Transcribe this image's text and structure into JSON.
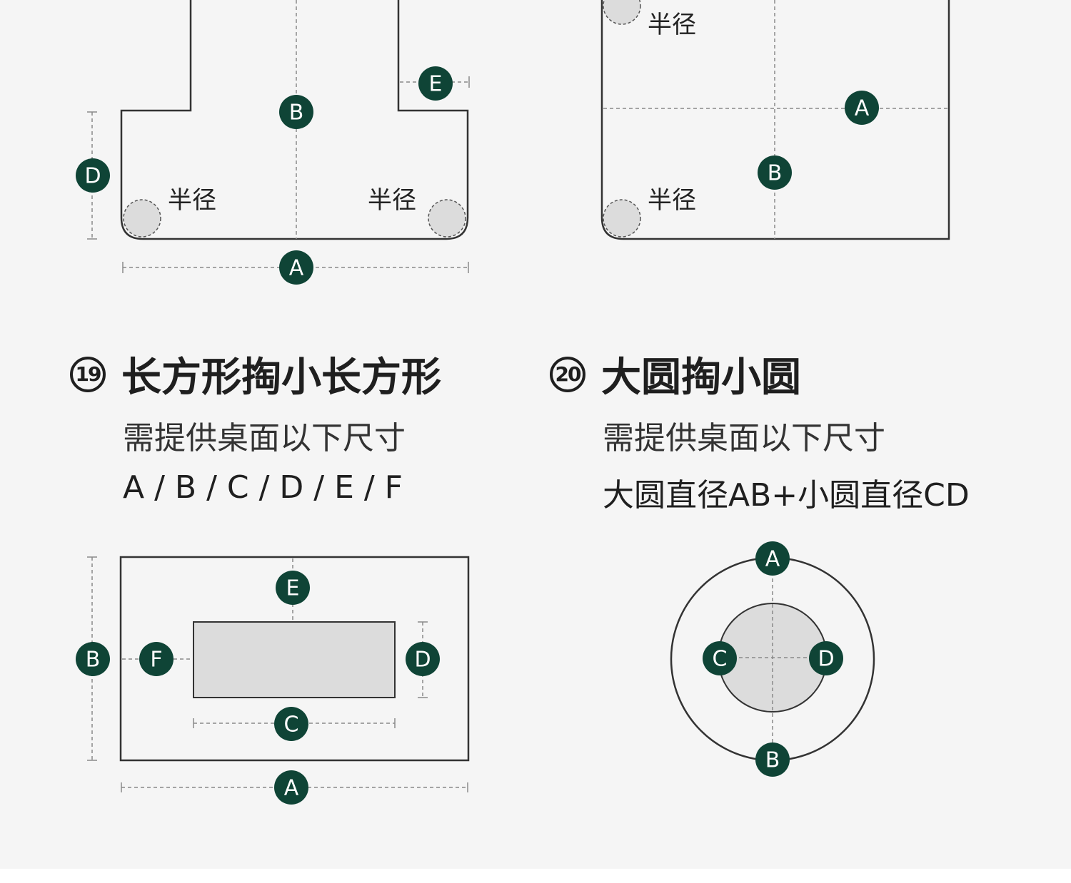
{
  "colors": {
    "background": "#f5f5f5",
    "badge": "#0f4436",
    "badge_text": "#ffffff",
    "outline": "#333333",
    "fill_light": "#f5f5f5",
    "fill_cutout": "#dcdcdc",
    "dashed": "#888888"
  },
  "radius_label": "半径",
  "section_19": {
    "number": "19",
    "title": "长方形掏小长方形",
    "subtitle": "需提供桌面以下尺寸",
    "dimensions": "A / B / C / D / E / F"
  },
  "section_20": {
    "number": "20",
    "title": "大圆掏小圆",
    "subtitle": "需提供桌面以下尺寸",
    "dimensions": "大圆直径AB+小圆直径CD"
  },
  "labels": {
    "top_left": [
      "A",
      "B",
      "D",
      "E"
    ],
    "top_right": [
      "A",
      "B"
    ],
    "bottom_left": [
      "A",
      "B",
      "C",
      "D",
      "E",
      "F"
    ],
    "bottom_right": [
      "A",
      "B",
      "C",
      "D"
    ]
  }
}
